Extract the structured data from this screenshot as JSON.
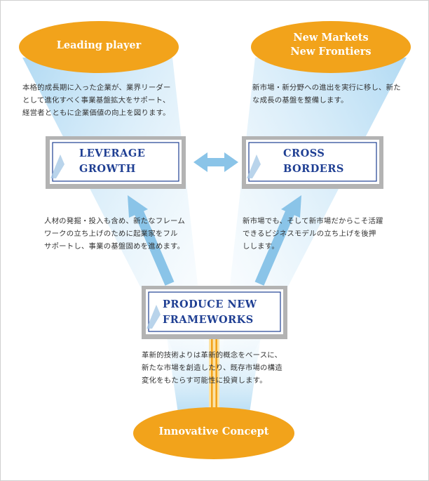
{
  "ovals": {
    "top_left": "Leading player",
    "top_right": "New Markets\nNew Frontiers",
    "bottom": "Innovative Concept"
  },
  "boxes": {
    "left": "LEVERAGE\nGROWTH",
    "right": "CROSS\nBORDERS",
    "center": "PRODUCE NEW\nFRAMEWORKS"
  },
  "texts": {
    "top_left": "本格的成長期に入った企業が、業界リーダー\nとして進化すべく事業基盤拡大をサポート、\n経営者とともに企業価値の向上を図ります。",
    "top_right": "新市場・新分野への進出を実行に移し、新た\nな成長の基盤を整備します。",
    "mid_left": "人材の発掘・投入も含め、新たなフレーム\nワークの立ち上げのために起業家をフル\nサポートし、事業の基盤固めを進めます。",
    "mid_right": "新市場でも、そして新市場だからこそ活躍\nできるビジネスモデルの立ち上げを後押\nしします。",
    "bottom": "革新的技術よりは革新的概念をベースに、\n新たな市場を創造したり、既存市場の構造\n変化をもたらす可能性に投資します。"
  },
  "colors": {
    "oval": "#f2a31b",
    "box_text": "#1f3f93",
    "arrow": "#8ac4e8",
    "beam": "#c9e6f5"
  }
}
